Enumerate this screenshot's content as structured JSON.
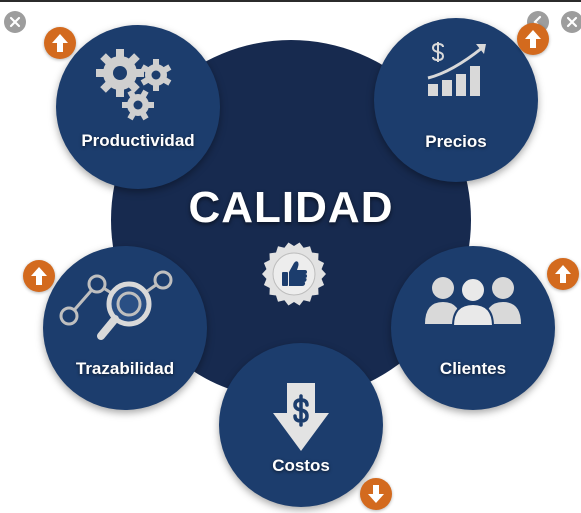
{
  "diagram": {
    "center_title": "CALIDAD",
    "center_icon": "thumbs-up-seal-icon",
    "nodes": [
      {
        "label": "Productividad",
        "icon": "gears-icon",
        "arrow": "up"
      },
      {
        "label": "Precios",
        "icon": "price-growth-chart-icon",
        "arrow": "up"
      },
      {
        "label": "Trazabilidad",
        "icon": "magnifier-network-icon",
        "arrow": "up"
      },
      {
        "label": "Clientes",
        "icon": "group-people-icon",
        "arrow": "up"
      },
      {
        "label": "Costos",
        "icon": "dollar-down-arrow-icon",
        "arrow": "down"
      }
    ]
  },
  "colors": {
    "center": "#172a4f",
    "node": "#1c3d6d",
    "badge": "#d36a1e",
    "icon": "#d9d9d9"
  },
  "window_controls": {
    "close_icon": "close-icon",
    "prev_icon": "chevron-left-icon",
    "next_icon": "close-icon"
  }
}
